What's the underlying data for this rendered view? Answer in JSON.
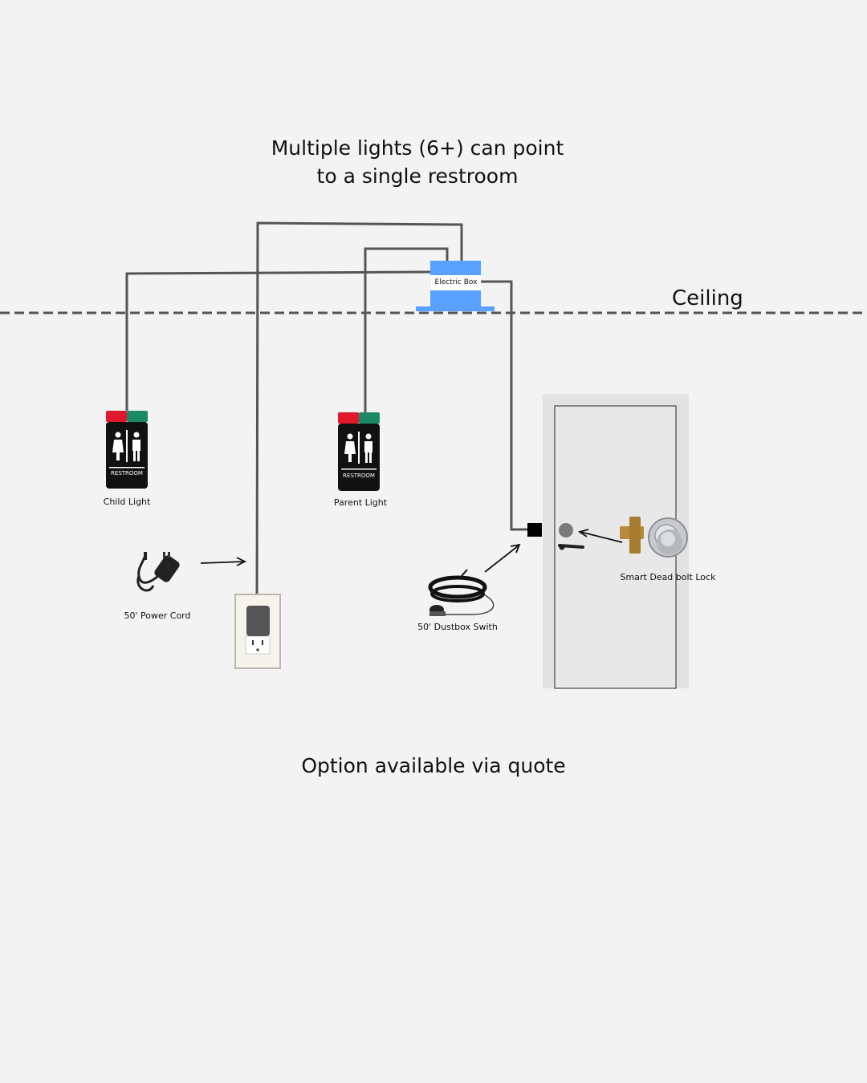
{
  "headline": {
    "line1": "Multiple lights (6+) can point",
    "line2": "to a single restroom"
  },
  "ceiling_label": "Ceiling",
  "electric_box_label": "Electric Box",
  "components": {
    "child_light": "Child Light",
    "parent_light": "Parent Light",
    "power_cord": "50' Power Cord",
    "dustbox_switch": "50' Dustbox Swith",
    "smart_lock": "Smart Dead bolt Lock"
  },
  "sign_text": "RESTROOM",
  "footer": "Option available via quote",
  "colors": {
    "background": "#f3f3f3",
    "wire": "#555555",
    "electric_box": "#5aa0ff",
    "sign_red": "#e0182c",
    "sign_green": "#1a8a64",
    "door": "#e2e2e2"
  }
}
